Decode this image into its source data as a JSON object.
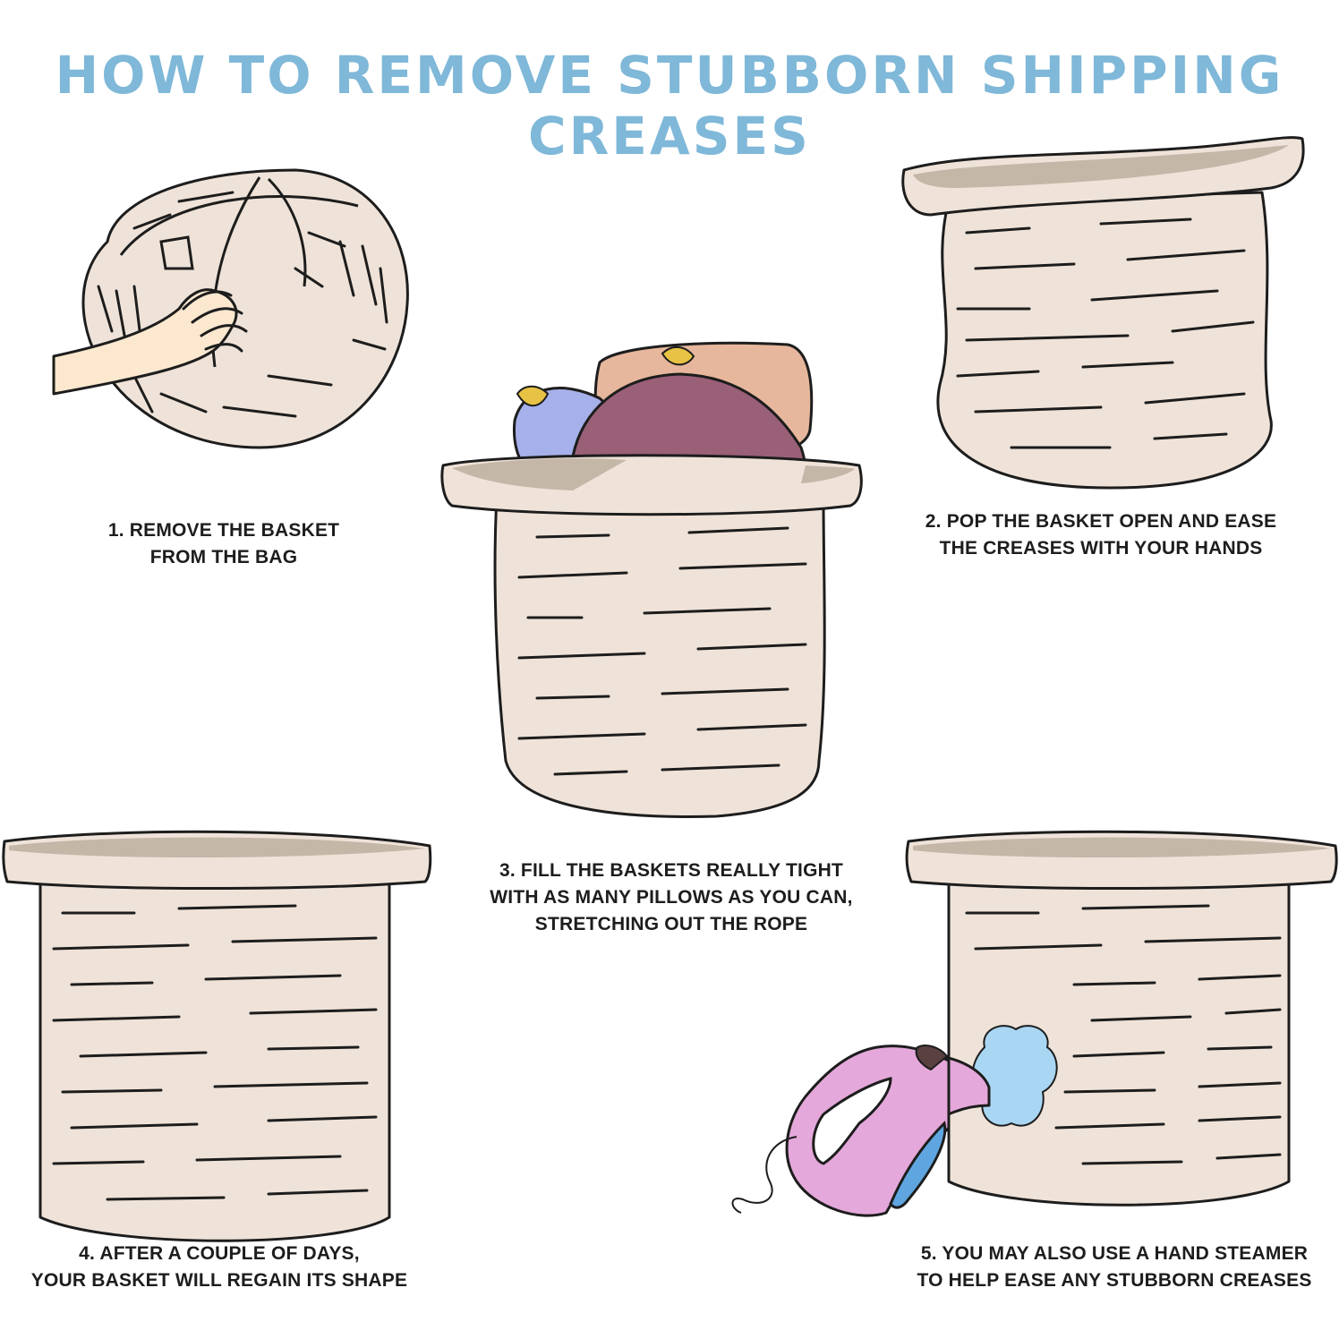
{
  "title": "HOW TO REMOVE STUBBORN SHIPPING CREASES",
  "colors": {
    "title": "#7fb8d8",
    "basket": "#efe3d9",
    "basket_rim_inner": "#c4b7a8",
    "outline": "#1d1d1d",
    "pillow_purple": "#9a6078",
    "pillow_peach": "#e6b79c",
    "pillow_blue": "#a6b0ea",
    "pillow_tassel": "#e8c244",
    "steamer_pink": "#e4a8da",
    "steamer_blue": "#5fa6e0",
    "steam_blue": "#a9d6f3",
    "hand": "#fbe8cf"
  },
  "steps": [
    {
      "lines": [
        "1. REMOVE THE BASKET",
        "FROM THE BAG"
      ],
      "illustration": "folded-basket-hand-icon"
    },
    {
      "lines": [
        "2. POP THE BASKET OPEN AND EASE",
        "THE CREASES WITH YOUR HANDS"
      ],
      "illustration": "open-basket-icon"
    },
    {
      "lines": [
        "3. FILL THE BASKETS REALLY TIGHT",
        "WITH AS MANY PILLOWS AS YOU CAN,",
        "STRETCHING OUT THE ROPE"
      ],
      "illustration": "basket-with-pillows-icon"
    },
    {
      "lines": [
        "4. AFTER A COUPLE OF DAYS,",
        "YOUR BASKET WILL REGAIN ITS SHAPE"
      ],
      "illustration": "restored-basket-icon"
    },
    {
      "lines": [
        "5. YOU MAY ALSO USE A HAND STEAMER",
        "TO HELP EASE ANY STUBBORN CREASES"
      ],
      "illustration": "basket-with-steamer-icon"
    }
  ]
}
